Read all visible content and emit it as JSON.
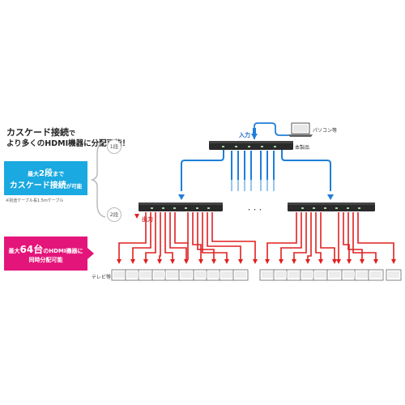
{
  "headline": {
    "line1_main": "カスケード接続",
    "line1_tail": "で",
    "line2": "より多くのHDMI機器に分配可能！"
  },
  "cascade_box": {
    "prefix": "最大",
    "number": "2段",
    "suffix": "まで",
    "line2_main": "カスケード接続",
    "line2_tail": "が可能"
  },
  "footnote": "※別途ケーブル長1.5mケーブル",
  "devices_box": {
    "prefix": "最大",
    "number": "64台",
    "suffix": "のHDMI機器に",
    "line2": "同時分配可能"
  },
  "stage_labels": {
    "stage1": "1段",
    "stage2": "2段"
  },
  "labels": {
    "pc": "パソコン等",
    "main_unit": "本製品",
    "input": "入力",
    "output": "出力",
    "tv": "テレビ等",
    "ellipsis": "・・・"
  },
  "colors": {
    "cyan": "#1aa9e0",
    "magenta": "#e4157a",
    "cable_blue": "#1e7fd8",
    "cable_red": "#e02020",
    "device": "#2a2a2a"
  }
}
